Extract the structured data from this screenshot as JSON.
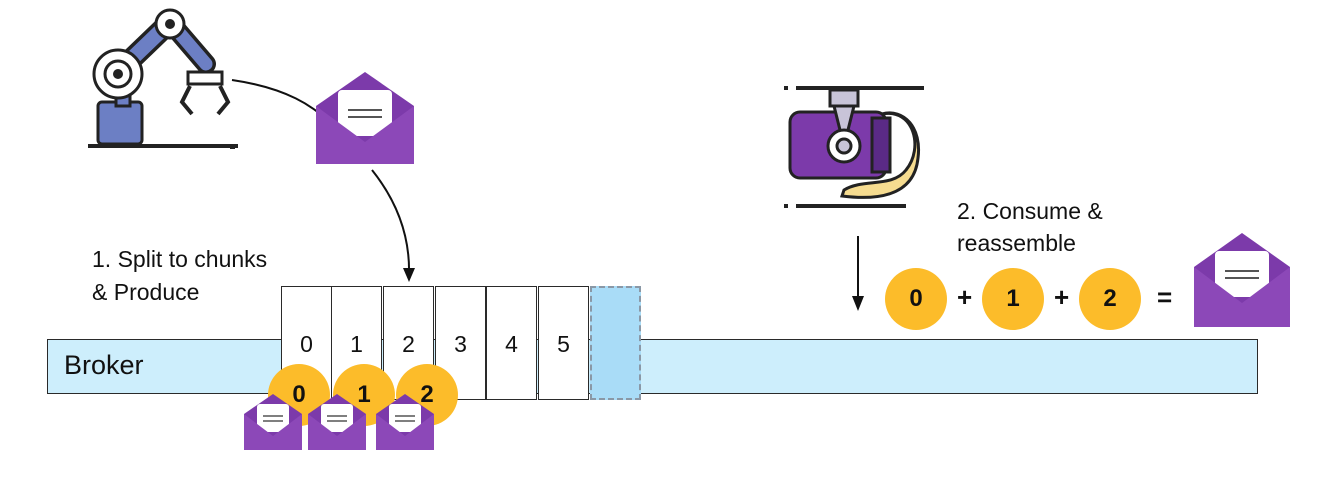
{
  "broker": {
    "label": "Broker"
  },
  "partition_cells": [
    "0",
    "1",
    "2",
    "3",
    "4",
    "5"
  ],
  "producer": {
    "caption_line1": "1. Split to chunks",
    "caption_line2": "& Produce",
    "chunks": [
      "0",
      "1",
      "2"
    ]
  },
  "consumer": {
    "caption_line1": "2. Consume &",
    "caption_line2": "reassemble",
    "chunks": [
      "0",
      "1",
      "2"
    ],
    "plus_symbol": "+",
    "equals_symbol": "="
  },
  "colors": {
    "envelope": "#7c3aaa",
    "chunk": "#fcbc2a",
    "broker": "#cdeefc",
    "robot": "#6c7fc4"
  }
}
